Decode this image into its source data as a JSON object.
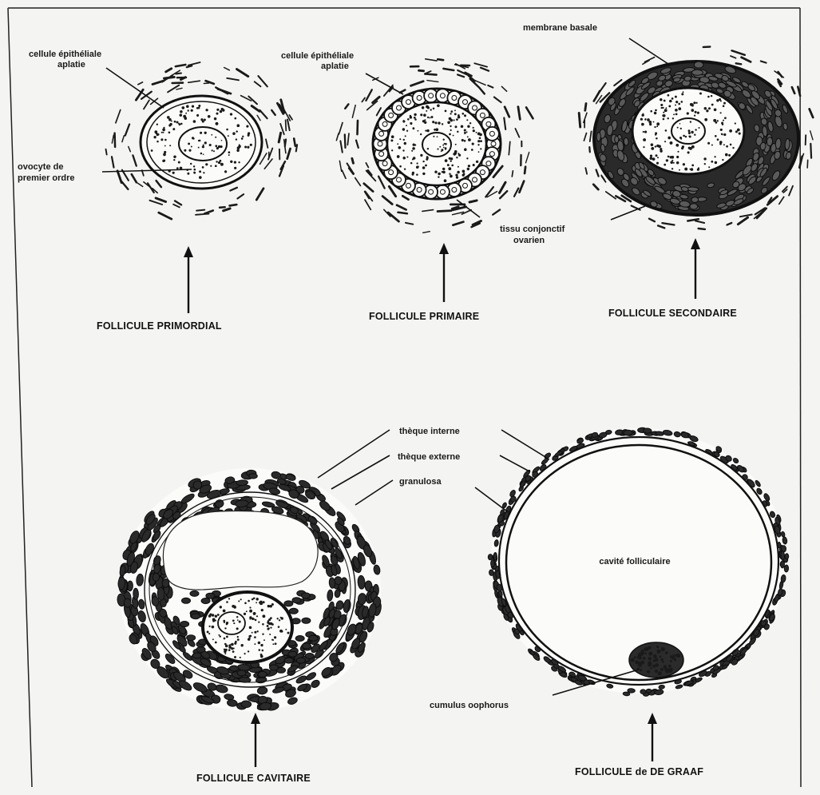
{
  "diagram": {
    "follicles": [
      {
        "caption": "FOLLICULE PRIMORDIAL"
      },
      {
        "caption": "FOLLICULE PRIMAIRE"
      },
      {
        "caption": "FOLLICULE SECONDAIRE"
      },
      {
        "caption": "FOLLICULE CAVITAIRE"
      },
      {
        "caption": "FOLLICULE de DE GRAAF"
      }
    ],
    "labels": {
      "cellule_epitheliale_1a": "cellule épithéliale",
      "cellule_epitheliale_1b": "aplatie",
      "ovocyte_a": "ovocyte de",
      "ovocyte_b": "premier ordre",
      "cellule_epitheliale_2a": "cellule épithéliale",
      "cellule_epitheliale_2b": "aplatie",
      "membrane_basale": "membrane basale",
      "tissu_conjonctif_a": "tissu conjonctif",
      "tissu_conjonctif_b": "ovarien",
      "theque_interne": "thèque interne",
      "theque_externe": "thèque externe",
      "granulosa": "granulosa",
      "cavite_folliculaire": "cavité folliculaire",
      "cumulus_oophorus": "cumulus oophorus"
    },
    "colors": {
      "ink": "#111111",
      "paper": "#f4f4f2"
    }
  }
}
